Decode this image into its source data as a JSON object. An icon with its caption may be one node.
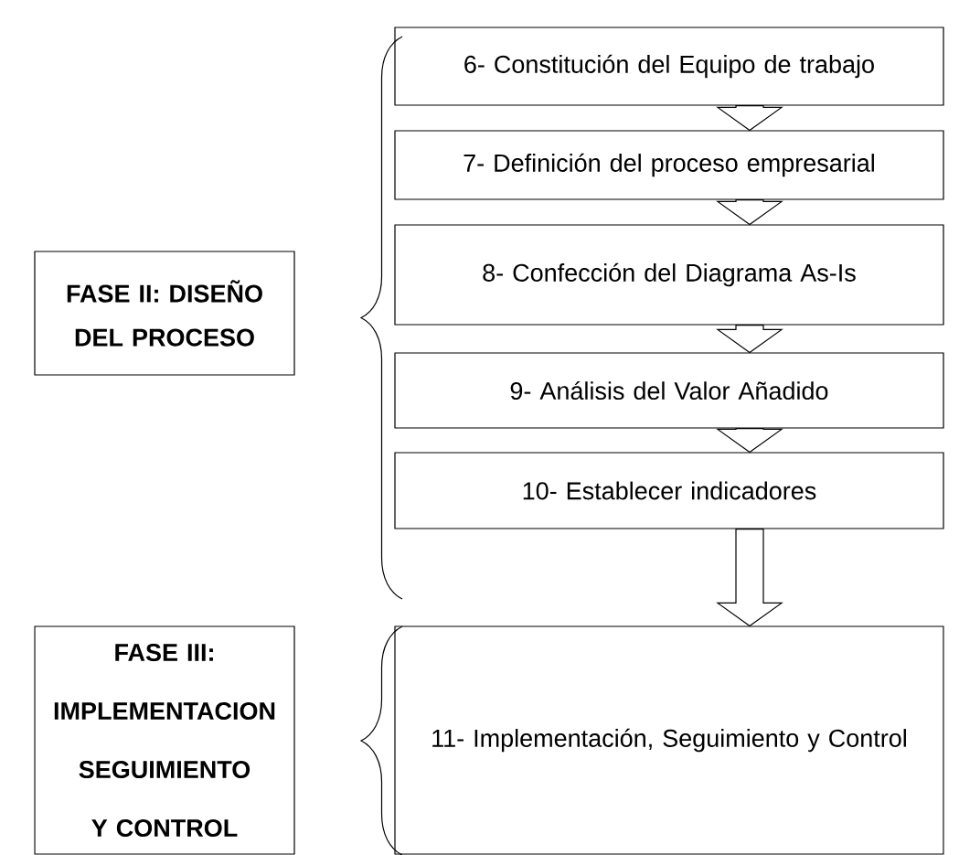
{
  "diagram": {
    "nodes": [
      {
        "text": [
          "FASE II: DISEÑO DEL PROCESO"
        ]
      },
      {
        "text": [
          "6- Constitución del Equipo de trabajo"
        ]
      },
      {
        "text": [
          "7- Definición del proceso empresarial"
        ]
      },
      {
        "text": [
          "8- Confección del Diagrama As-Is"
        ]
      },
      {
        "text": [
          "9- Análisis del Valor Añadido"
        ]
      },
      {
        "text": [
          "10- Establecer indicadores"
        ]
      },
      {
        "text": [
          "FASE III: IMPLEMENTACION SEGUIMIENTO Y CONTROL"
        ]
      },
      {
        "text": [
          "11- Implementación, Seguimiento y Control"
        ]
      }
    ],
    "edges": [
      {
        "from": 1,
        "to": 2,
        "arrow": "to"
      },
      {
        "from": 2,
        "to": 3,
        "arrow": "to"
      },
      {
        "from": 3,
        "to": 4,
        "arrow": "to"
      },
      {
        "from": 4,
        "to": 5,
        "arrow": "to"
      },
      {
        "from": 5,
        "to": 7,
        "arrow": "to"
      }
    ]
  }
}
